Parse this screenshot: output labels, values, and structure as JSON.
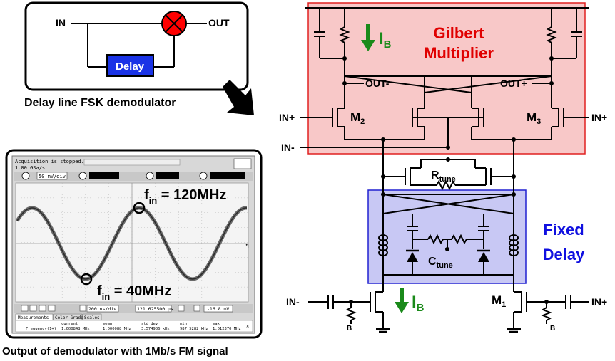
{
  "fsk_block": {
    "in_label": "IN",
    "out_label": "OUT",
    "delay_label": "Delay",
    "caption": "Delay line FSK demodulator",
    "delay_color": "#1a33e6",
    "multiplier_color": "#ff0000"
  },
  "scope": {
    "status_line1": "Acquisition is stopped.",
    "status_line2": "1.00 GSa/s",
    "ch1_scale": "50 mV/div",
    "timebase": "200 ns/div",
    "delay_value": "121.625500 μs",
    "trigger_level": "-16.8 mV",
    "tabs": [
      "Measurements",
      "Color Grade",
      "Scales"
    ],
    "meas_headers": [
      "current",
      "mean",
      "std dev",
      "min",
      "max"
    ],
    "meas_row_label": "Frequency(1+)",
    "meas_values": [
      "1.000848 MHz",
      "1.000088 MHz",
      "3.574906 kHz",
      "987.5282 kHz",
      "1.012370 MHz"
    ],
    "annotation_high_main": "f",
    "annotation_high_sub": "in",
    "annotation_high_value": " = 120MHz",
    "annotation_low_main": "f",
    "annotation_low_sub": "in",
    "annotation_low_value": " = 40MHz",
    "caption": "Output of demodulator with 1Mb/s FM signal"
  },
  "circuit": {
    "gilbert_title_1": "Gilbert",
    "gilbert_title_2": "Multiplier",
    "fixed_title_1": "Fixed",
    "fixed_title_2": "Delay",
    "ib_main": "I",
    "ib_sub": "B",
    "m2_main": "M",
    "m2_sub": "2",
    "m3_main": "M",
    "m3_sub": "3",
    "m1_main": "M",
    "m1_sub": "1",
    "rtune_main": "R",
    "rtune_sub": "tune",
    "ctune_main": "C",
    "ctune_sub": "tune",
    "out_minus": "OUT-",
    "out_plus": "OUT+",
    "in_plus_left": "IN+",
    "in_plus_right": "IN+",
    "in_minus_left": "IN-",
    "in_minus_bottom_left": "IN-",
    "in_plus_bottom_right": "IN+",
    "bias_left": "B",
    "bias_right": "B",
    "gilbert_fill": "#f8c8c8",
    "gilbert_border": "#e02020",
    "fixed_fill": "#c8c8f4",
    "fixed_border": "#2020d0",
    "title_red": "#e00000",
    "title_blue": "#1010e0",
    "ib_green": "#1a8a1a"
  }
}
